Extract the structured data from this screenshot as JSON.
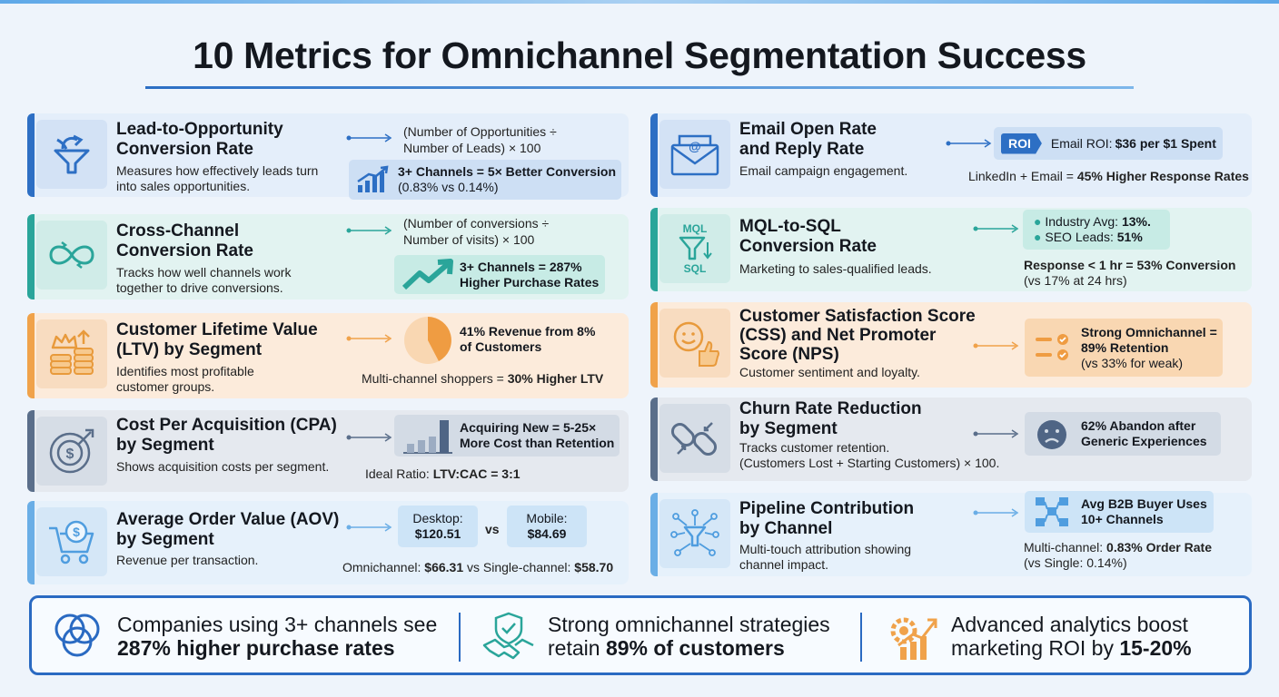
{
  "title": "10 Metrics for Omnichannel Segmentation Success",
  "left_cards": [
    {
      "title": "Lead-to-Opportunity\nConversion Rate",
      "desc": "Measures how effectively leads turn\ninto sales opportunities.",
      "formula": "(Number of Opportunities ÷\nNumber of Leads) × 100",
      "pill": "3+ Channels = 5× Better Conversion",
      "pill_sub": "(0.83% vs 0.14%)",
      "icon": "funnel-arrow-icon",
      "accent": "#2d6fc4"
    },
    {
      "title": "Cross-Channel\nConversion Rate",
      "desc": "Tracks how well channels work\ntogether to drive conversions.",
      "formula": "(Number of conversions ÷\nNumber of visits) × 100",
      "pill": "3+ Channels = 287%\nHigher Purchase Rates",
      "icon": "infinity-loop-icon",
      "accent": "#2aa59a"
    },
    {
      "title": "Customer Lifetime Value\n(LTV) by Segment",
      "desc": "Identifies most profitable\ncustomer groups.",
      "pill": "41% Revenue from 8%\nof Customers",
      "note_pre": "Multi-channel shoppers = ",
      "note_bold": "30% Higher LTV",
      "icon": "crown-coins-icon",
      "accent": "#f0a24a"
    },
    {
      "title": "Cost Per Acquisition (CPA)\nby Segment",
      "desc": "Shows acquisition costs per segment.",
      "pill": "Acquiring New = 5-25×\nMore Cost than Retention",
      "note_pre": "Ideal Ratio: ",
      "note_bold": "LTV:CAC = 3:1",
      "icon": "target-dollar-icon",
      "accent": "#5a6e8a"
    },
    {
      "title": "Average Order Value (AOV)\nby Segment",
      "desc": "Revenue per transaction.",
      "desktop_label": "Desktop:",
      "desktop_value": "$120.51",
      "vs": "vs",
      "mobile_label": "Mobile:",
      "mobile_value": "$84.69",
      "note_pre": "Omnichannel: ",
      "note_bold": "$66.31",
      "note_mid": " vs Single-channel: ",
      "note_bold2": "$58.70",
      "icon": "cart-dollar-icon",
      "accent": "#6aaee6"
    }
  ],
  "right_cards": [
    {
      "title": "Email Open Rate\nand Reply Rate",
      "desc": "Email campaign engagement.",
      "roi_tag": "ROI",
      "roi_pre": "Email ROI: ",
      "roi_bold": "$36 per $1 Spent",
      "note_pre": "LinkedIn + Email = ",
      "note_bold": "45% Higher Response Rates",
      "icon": "email-icon",
      "accent": "#2d6fc4"
    },
    {
      "title": "MQL-to-SQL\nConversion Rate",
      "desc": "Marketing to sales-qualified leads.",
      "mql": "MQL",
      "sql": "SQL",
      "bullet1_pre": "Industry Avg: ",
      "bullet1_bold": "13%.",
      "bullet2_pre": "SEO Leads: ",
      "bullet2_bold": "51%",
      "note": "Response < 1 hr = 53% Conversion",
      "note_sub": "(vs 17% at 24 hrs)",
      "icon": "mql-funnel-icon",
      "accent": "#2aa59a"
    },
    {
      "title": "Customer Satisfaction Score\n(CSS) and Net Promoter\nScore (NPS)",
      "desc": "Customer sentiment and loyalty.",
      "pill": "Strong Omnichannel =\n89% Retention",
      "pill_sub": "(vs 33% for weak)",
      "icon": "smile-thumb-icon",
      "accent": "#f0a24a"
    },
    {
      "title": "Churn Rate Reduction\nby Segment",
      "desc": "Tracks customer retention.\n(Customers Lost + Starting Customers) × 100.",
      "pill": "62% Abandon after\nGeneric Experiences",
      "icon": "broken-link-icon",
      "accent": "#5a6e8a"
    },
    {
      "title": "Pipeline Contribution\nby Channel",
      "desc": "Multi-touch attribution showing\nchannel impact.",
      "pill": "Avg B2B Buyer Uses\n10+ Channels",
      "note_pre": "Multi-channel: ",
      "note_bold": "0.83% Order Rate",
      "note_sub": "(vs Single: 0.14%)",
      "icon": "network-funnel-icon",
      "accent": "#6aaee6"
    }
  ],
  "bottom": [
    {
      "line1": "Companies using 3+ channels see",
      "bold": "287% higher purchase rates",
      "icon": "venn-circles-icon"
    },
    {
      "line1": "Strong omnichannel strategies",
      "pre": "retain ",
      "bold": "89% of customers",
      "icon": "handshake-shield-icon"
    },
    {
      "line1": "Advanced analytics boost",
      "pre": "marketing ROI by ",
      "bold": "15-20%",
      "icon": "gear-chart-icon"
    }
  ],
  "colors": {
    "blue": "#2d6fc4",
    "teal": "#2aa59a",
    "orange": "#f0a24a",
    "slate": "#5a6e8a",
    "sky": "#6aaee6"
  }
}
